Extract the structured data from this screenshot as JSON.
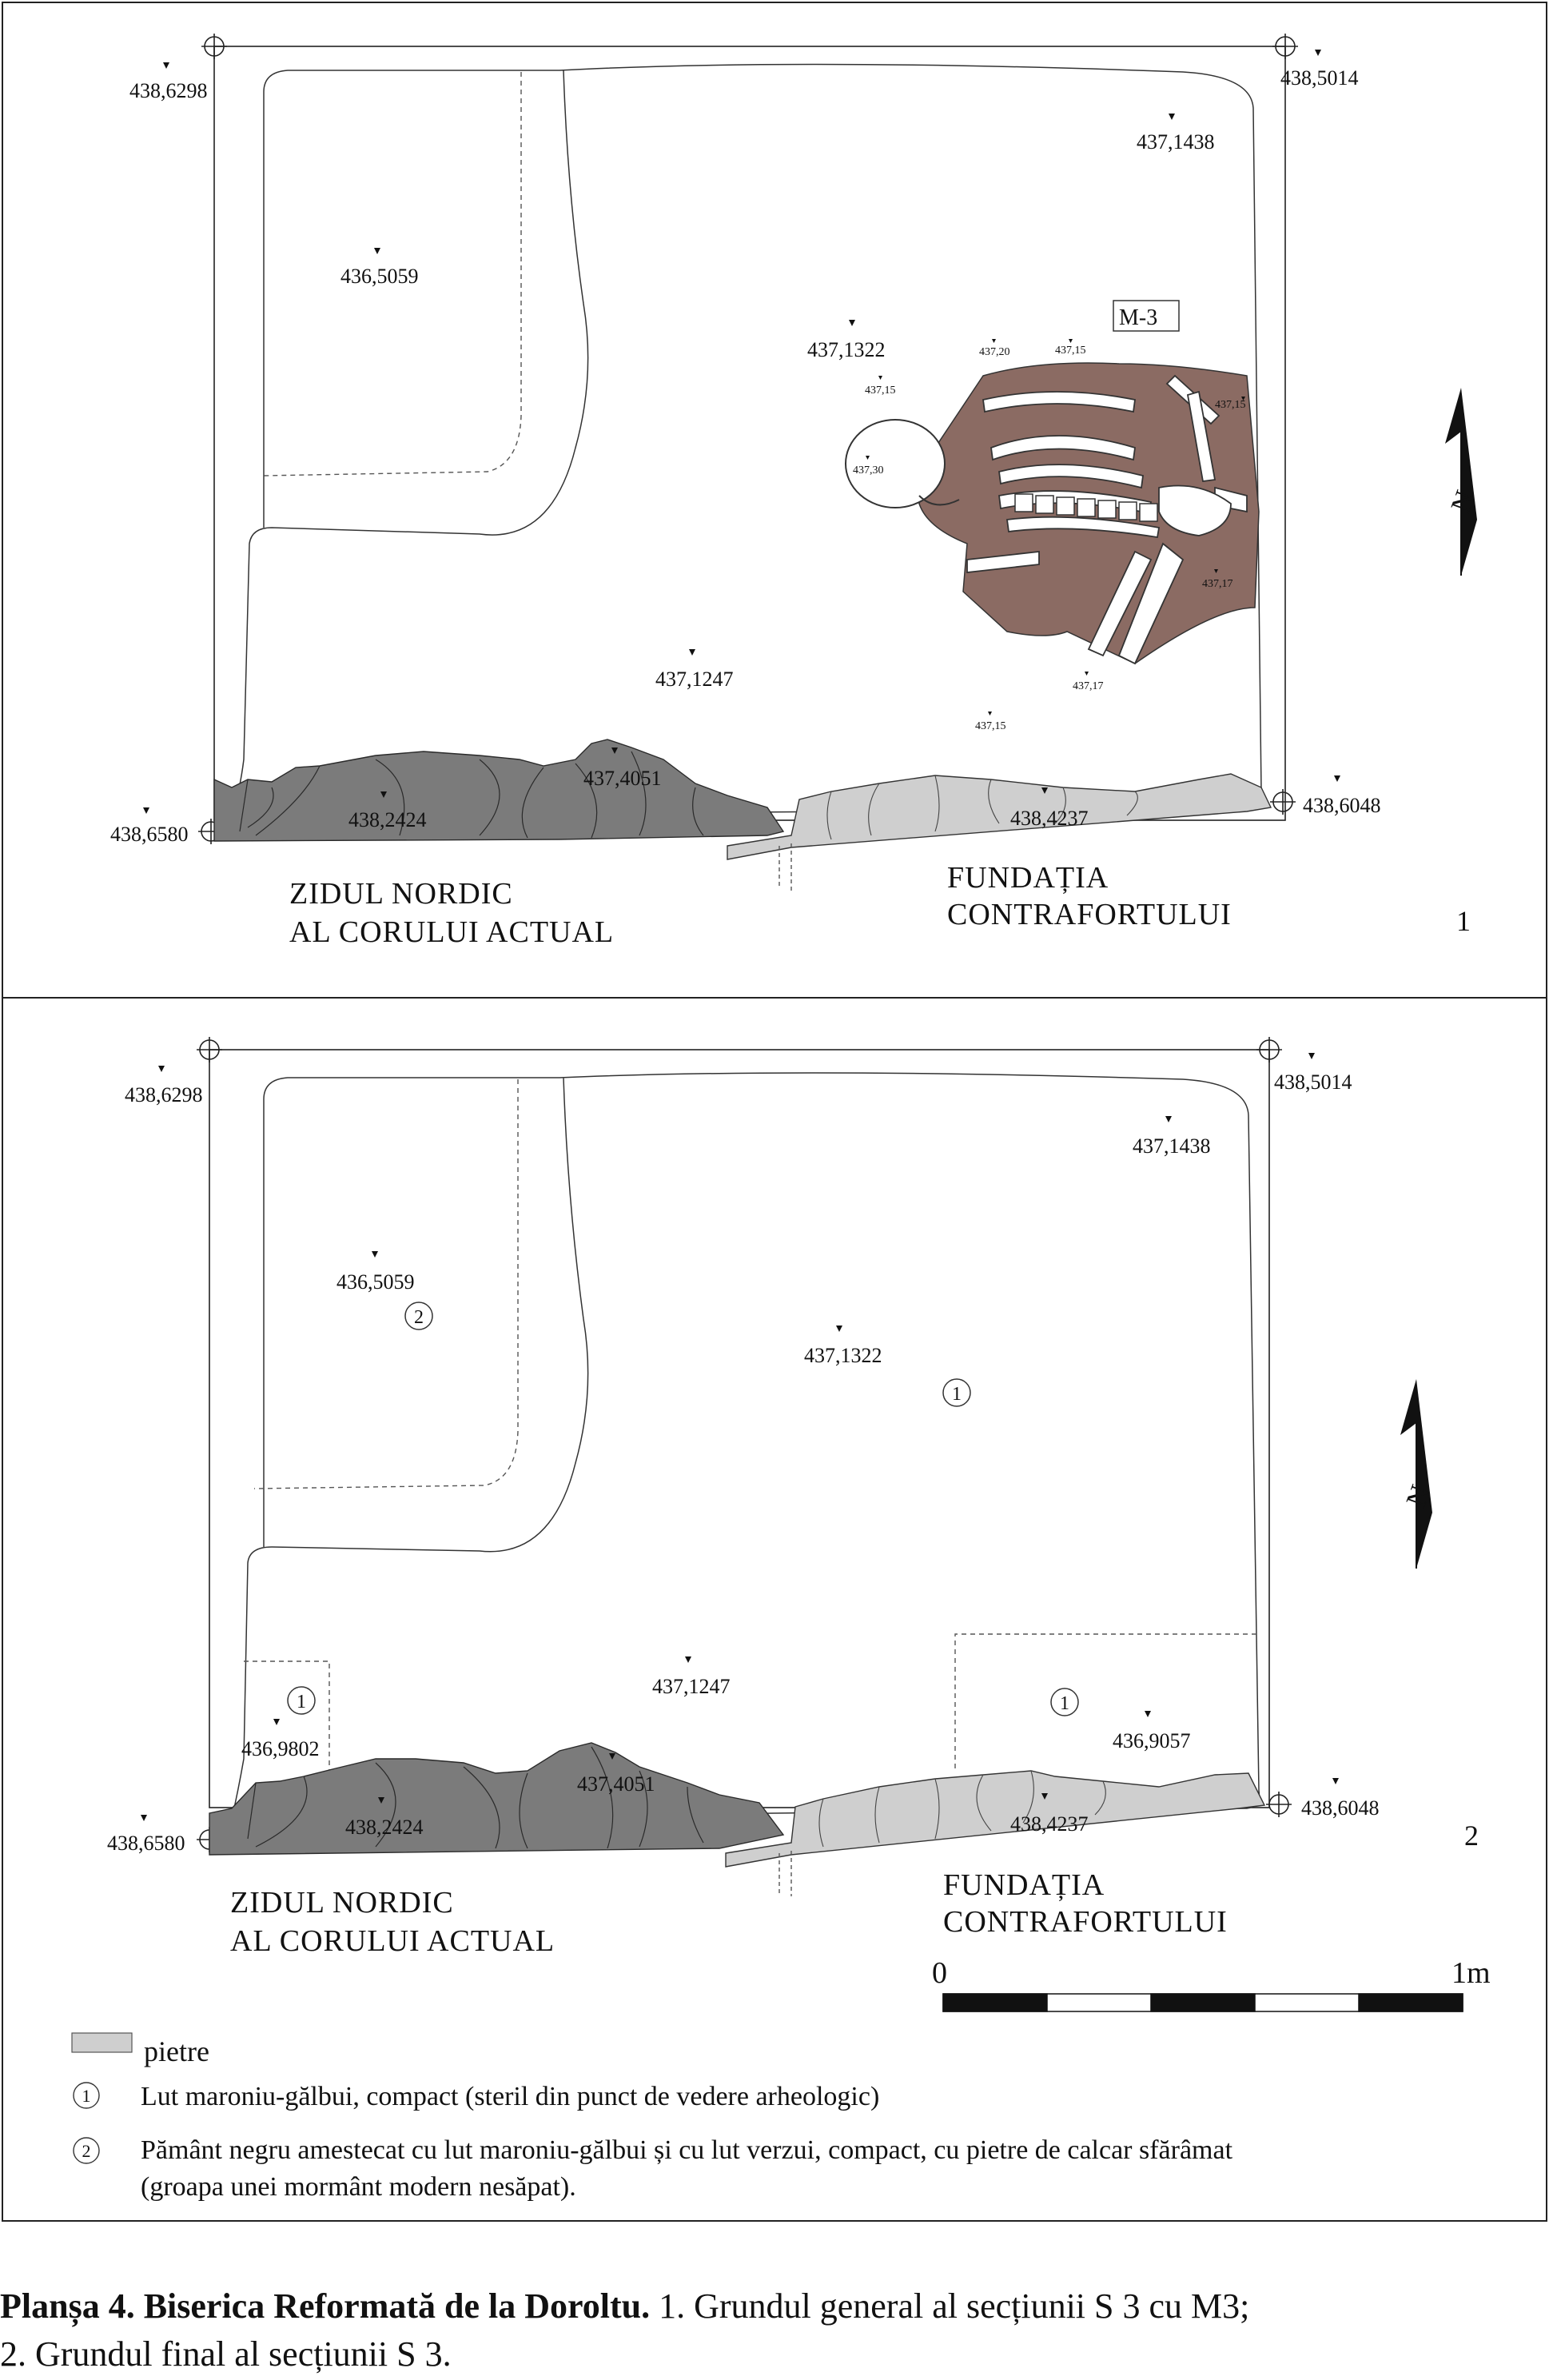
{
  "panel1": {
    "number": "1",
    "elevations": [
      "438,6298",
      "438,5014",
      "437,1438",
      "436,5059",
      "437,1322",
      "437,1247",
      "437,4051",
      "438,2424",
      "438,6580",
      "438,4237",
      "438,6048"
    ],
    "small_elevations": [
      "437,20",
      "437,15",
      "437,15",
      "437,30",
      "437,15",
      "437,17",
      "437,15",
      "437,17"
    ],
    "burial_label": "M-3",
    "wall_label_line1": "ZIDUL NORDIC",
    "wall_label_line2": "AL CORULUI ACTUAL",
    "foundation_label_line1": "FUNDAȚIA",
    "foundation_label_line2": "CONTRAFORTULUI",
    "north_label": "N"
  },
  "panel2": {
    "number": "2",
    "elevations": [
      "438,6298",
      "438,5014",
      "437,1438",
      "436,5059",
      "437,1322",
      "437,1247",
      "436,9802",
      "437,4051",
      "438,2424",
      "438,6580",
      "436,9057",
      "438,4237",
      "438,6048"
    ],
    "layer_markers": [
      "2",
      "1",
      "1",
      "1"
    ],
    "wall_label_line1": "ZIDUL NORDIC",
    "wall_label_line2": "AL CORULUI ACTUAL",
    "foundation_label_line1": "FUNDAȚIA",
    "foundation_label_line2": "CONTRAFORTULUI",
    "north_label": "N",
    "scale_start": "0",
    "scale_end": "1m"
  },
  "legend": {
    "stones_label": "pietre",
    "item1_marker": "1",
    "item1_text": "Lut maroniu-gălbui, compact (steril din punct de vedere arheologic)",
    "item2_marker": "2",
    "item2_text_line1": "Pământ negru amestecat cu lut maroniu-gălbui și cu lut verzui, compact, cu pietre de calcar sfărâmat",
    "item2_text_line2": "(groapa unei mormânt modern nesăpat)."
  },
  "caption": {
    "bold": "Planșa 4. Biserica Reformată de la Doroltu.",
    "line1_rest": " 1. Grundul general al secțiunii S 3 cu M3;",
    "line2": "2. Grundul final al secțiunii S 3."
  },
  "colors": {
    "dark_stone": "#7b7b7b",
    "light_stone": "#cfcfcf",
    "skeleton_fill": "#8b6b63",
    "line": "#222222"
  }
}
